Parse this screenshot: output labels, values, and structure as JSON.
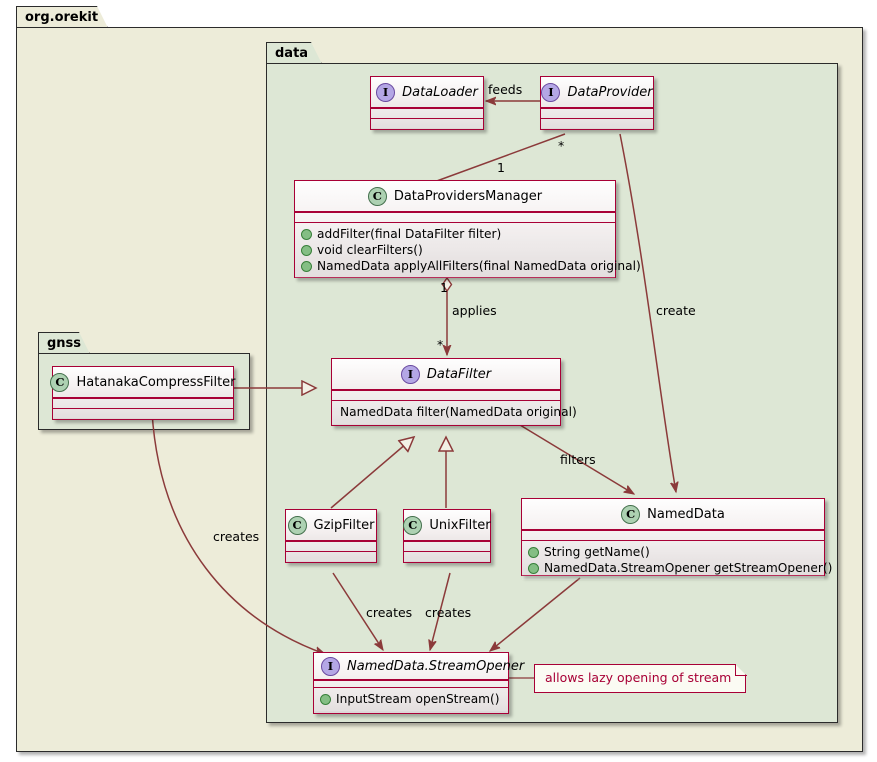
{
  "diagram": {
    "type": "uml-class-diagram",
    "title": "org.orekit data package class diagram"
  },
  "packages": [
    {
      "name": "org.orekit",
      "color": "#EDECD9"
    },
    {
      "name": "data",
      "color": "#DDE7D5"
    },
    {
      "name": "gnss",
      "color": "#DDE7D5"
    }
  ],
  "classes": {
    "dataloader": {
      "stereotype": "I",
      "name": "DataLoader",
      "abstract": true,
      "members": []
    },
    "dataprovider": {
      "stereotype": "I",
      "name": "DataProvider",
      "abstract": true,
      "members": []
    },
    "manager": {
      "stereotype": "C",
      "name": "DataProvidersManager",
      "abstract": false,
      "members": [
        {
          "visibility": "public",
          "text": "addFilter(final DataFilter filter)"
        },
        {
          "visibility": "public",
          "text": "void clearFilters()"
        },
        {
          "visibility": "public",
          "text": "NamedData applyAllFilters(final NamedData original)"
        }
      ]
    },
    "datafilter": {
      "stereotype": "I",
      "name": "DataFilter",
      "abstract": true,
      "members": [
        {
          "visibility": "none",
          "text": "NamedData filter(NamedData original)"
        }
      ]
    },
    "hatanaka": {
      "stereotype": "C",
      "name": "HatanakaCompressFilter",
      "abstract": false,
      "members": []
    },
    "gzipfilter": {
      "stereotype": "C",
      "name": "GzipFilter",
      "abstract": false,
      "members": []
    },
    "unixfilter": {
      "stereotype": "C",
      "name": "UnixFilter",
      "abstract": false,
      "members": []
    },
    "nameddata": {
      "stereotype": "C",
      "name": "NamedData",
      "abstract": false,
      "members": [
        {
          "visibility": "public",
          "text": "String getName()"
        },
        {
          "visibility": "public",
          "text": "NamedData.StreamOpener getStreamOpener()"
        }
      ]
    },
    "streamopener": {
      "stereotype": "I",
      "name": "NamedData.StreamOpener",
      "abstract": true,
      "members": [
        {
          "visibility": "public",
          "text": "InputStream openStream()"
        }
      ]
    }
  },
  "notes": [
    {
      "id": "lazy",
      "text": "allows lazy opening of stream",
      "attached_to": "NamedData.StreamOpener"
    }
  ],
  "edges": [
    {
      "from": "DataProvider",
      "to": "DataLoader",
      "label": "feeds",
      "kind": "association-arrow"
    },
    {
      "from": "DataProvidersManager",
      "to": "DataProvider",
      "label": "",
      "kind": "composition",
      "source_multiplicity": "1",
      "target_multiplicity": "*"
    },
    {
      "from": "DataProvidersManager",
      "to": "DataFilter",
      "label": "applies",
      "kind": "aggregation",
      "source_multiplicity": "1",
      "target_multiplicity": "*"
    },
    {
      "from": "DataProvider",
      "to": "NamedData",
      "label": "create",
      "kind": "association-arrow"
    },
    {
      "from": "DataFilter",
      "to": "NamedData",
      "label": "filters",
      "kind": "association-arrow"
    },
    {
      "from": "HatanakaCompressFilter",
      "to": "DataFilter",
      "label": "",
      "kind": "realization"
    },
    {
      "from": "GzipFilter",
      "to": "DataFilter",
      "label": "",
      "kind": "realization"
    },
    {
      "from": "UnixFilter",
      "to": "DataFilter",
      "label": "",
      "kind": "realization"
    },
    {
      "from": "GzipFilter",
      "to": "NamedData.StreamOpener",
      "label": "creates",
      "kind": "association-arrow"
    },
    {
      "from": "UnixFilter",
      "to": "NamedData.StreamOpener",
      "label": "creates",
      "kind": "association-arrow"
    },
    {
      "from": "HatanakaCompressFilter",
      "to": "NamedData.StreamOpener",
      "label": "creates",
      "kind": "association-arrow"
    },
    {
      "from": "NamedData",
      "to": "NamedData.StreamOpener",
      "label": "",
      "kind": "association-arrow"
    }
  ],
  "edge_labels": {
    "feeds": "feeds",
    "applies": "applies",
    "create": "create",
    "filters": "filters",
    "creates_hatanaka": "creates",
    "creates_gzip": "creates",
    "creates_unix": "creates"
  },
  "multiplicities": {
    "provider_star": "*",
    "manager_one": "1",
    "filter_one": "1",
    "filter_star": "*"
  },
  "colors": {
    "class_border": "#A80036",
    "package_border": "#2B2B2B",
    "outer_package_bg": "#EDECD9",
    "inner_package_bg": "#DDE7D5",
    "interface_badge": "#B4A7E5",
    "class_badge": "#ADD1B2",
    "note_text": "#A80036",
    "link": "#8B3A3A"
  }
}
